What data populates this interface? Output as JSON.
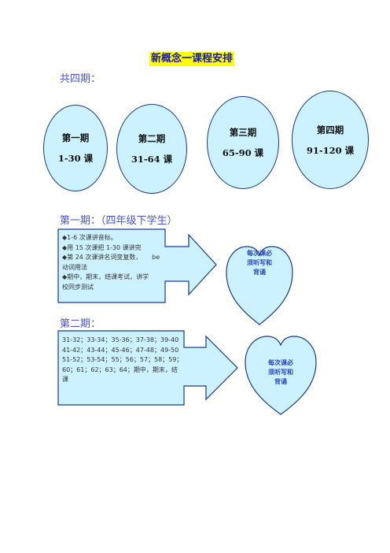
{
  "title": "新概念一课程安排",
  "heading_total": "共四期：",
  "periods": [
    {
      "name": "第一期",
      "lessons": "1-30 课"
    },
    {
      "name": "第二期",
      "lessons": "31-64 课"
    },
    {
      "name": "第三期",
      "lessons": "65-90 课"
    },
    {
      "name": "第四期",
      "lessons": "91-120 课"
    }
  ],
  "section1": {
    "heading": "第一期：（四年级下学生）",
    "lines": [
      "◆1-6 次课讲音标。",
      "◆用 15 次课把 1-30 课讲完",
      "◆第 24 次课讲名词变复数，     be",
      "动词用法",
      "◆期中，期末，结课考试，讲学",
      "校同步测试"
    ],
    "heart_lines": [
      "每次课必",
      "须听写和",
      "背诵"
    ]
  },
  "section2": {
    "heading": "第二期：",
    "lines": [
      "31-32；33-34；35-36；37-38；39-40",
      "41-42；43-44；45-46；47-48；49-50",
      "51-52；53-54；55；56；57；58；59；",
      "60；61；62；63；64；期中，期末，结",
      "课"
    ],
    "heart_lines": [
      "每次课必",
      "须听写和",
      "背诵"
    ]
  },
  "colors": {
    "fill": "#ccf2ff",
    "stroke": "#1b3a8a",
    "accent": "#4a55c8",
    "highlight": "#ffff00"
  }
}
